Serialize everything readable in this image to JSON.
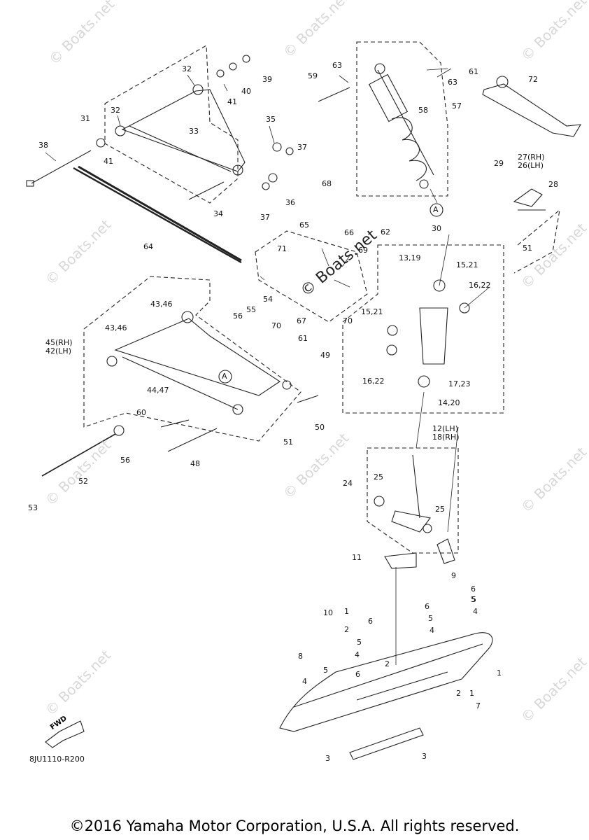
{
  "diagram": {
    "code": "8JU1110-R200",
    "copyright": "©2016 Yamaha Motor Corporation, U.S.A. All rights reserved.",
    "watermark": "© Boats.net",
    "fwd_label": "FWD",
    "callout_marker": "A",
    "parts": [
      {
        "id": "p72",
        "label": "72"
      },
      {
        "id": "p32a",
        "label": "32"
      },
      {
        "id": "p39",
        "label": "39"
      },
      {
        "id": "p40",
        "label": "40"
      },
      {
        "id": "p41a",
        "label": "41"
      },
      {
        "id": "p31",
        "label": "31"
      },
      {
        "id": "p32b",
        "label": "32"
      },
      {
        "id": "p33",
        "label": "33"
      },
      {
        "id": "p35",
        "label": "35"
      },
      {
        "id": "p37a",
        "label": "37"
      },
      {
        "id": "p38",
        "label": "38"
      },
      {
        "id": "p41b",
        "label": "41"
      },
      {
        "id": "p36",
        "label": "36"
      },
      {
        "id": "p34",
        "label": "34"
      },
      {
        "id": "p37b",
        "label": "37"
      },
      {
        "id": "p59",
        "label": "59"
      },
      {
        "id": "p63a",
        "label": "63"
      },
      {
        "id": "p63b",
        "label": "63"
      },
      {
        "id": "p61a",
        "label": "61"
      },
      {
        "id": "p58",
        "label": "58"
      },
      {
        "id": "p57",
        "label": "57"
      },
      {
        "id": "p68",
        "label": "68"
      },
      {
        "id": "p62",
        "label": "62"
      },
      {
        "id": "p64",
        "label": "64"
      },
      {
        "id": "p65",
        "label": "65"
      },
      {
        "id": "p66",
        "label": "66"
      },
      {
        "id": "p69",
        "label": "69"
      },
      {
        "id": "p71",
        "label": "71"
      },
      {
        "id": "p67",
        "label": "67"
      },
      {
        "id": "p70a",
        "label": "70"
      },
      {
        "id": "p54",
        "label": "54"
      },
      {
        "id": "p55",
        "label": "55"
      },
      {
        "id": "p56a",
        "label": "56"
      },
      {
        "id": "p4346a",
        "label": "43,46"
      },
      {
        "id": "p4346b",
        "label": "43,46"
      },
      {
        "id": "p4542",
        "label": "45(RH)\n42(LH)"
      },
      {
        "id": "p70b",
        "label": "70"
      },
      {
        "id": "p61b",
        "label": "61"
      },
      {
        "id": "p49",
        "label": "49"
      },
      {
        "id": "p4447",
        "label": "44,47"
      },
      {
        "id": "p60",
        "label": "60"
      },
      {
        "id": "p51a",
        "label": "51"
      },
      {
        "id": "p50",
        "label": "50"
      },
      {
        "id": "p56b",
        "label": "56"
      },
      {
        "id": "p48",
        "label": "48"
      },
      {
        "id": "p52",
        "label": "52"
      },
      {
        "id": "p53",
        "label": "53"
      },
      {
        "id": "p29",
        "label": "29"
      },
      {
        "id": "p2726",
        "label": "27(RH)\n26(LH)"
      },
      {
        "id": "p28",
        "label": "28"
      },
      {
        "id": "p30",
        "label": "30"
      },
      {
        "id": "p51b",
        "label": "51"
      },
      {
        "id": "p1319",
        "label": "13,19"
      },
      {
        "id": "p1521a",
        "label": "15,21"
      },
      {
        "id": "p1622a",
        "label": "16,22"
      },
      {
        "id": "p1521b",
        "label": "15,21"
      },
      {
        "id": "p1622b",
        "label": "16,22"
      },
      {
        "id": "p1723",
        "label": "17,23"
      },
      {
        "id": "p1420",
        "label": "14,20"
      },
      {
        "id": "p1218",
        "label": "12(LH)\n18(RH)"
      },
      {
        "id": "p24",
        "label": "24"
      },
      {
        "id": "p25a",
        "label": "25"
      },
      {
        "id": "p25b",
        "label": "25"
      },
      {
        "id": "p11",
        "label": "11"
      },
      {
        "id": "p9",
        "label": "9"
      },
      {
        "id": "p10",
        "label": "10"
      },
      {
        "id": "p1a",
        "label": "1"
      },
      {
        "id": "p2a",
        "label": "2"
      },
      {
        "id": "p6a",
        "label": "6"
      },
      {
        "id": "p6b",
        "label": "6"
      },
      {
        "id": "p5a",
        "label": "5"
      },
      {
        "id": "p5b",
        "label": "5"
      },
      {
        "id": "p4a",
        "label": "4"
      },
      {
        "id": "p6c",
        "label": "6"
      },
      {
        "id": "p5c",
        "label": "5"
      },
      {
        "id": "p4b",
        "label": "4"
      },
      {
        "id": "p8",
        "label": "8"
      },
      {
        "id": "p2b",
        "label": "2"
      },
      {
        "id": "p5d",
        "label": "5"
      },
      {
        "id": "p4c",
        "label": "4"
      },
      {
        "id": "p6d",
        "label": "6"
      },
      {
        "id": "p5e",
        "label": "5"
      },
      {
        "id": "p4d",
        "label": "4"
      },
      {
        "id": "p1b",
        "label": "1"
      },
      {
        "id": "p1c",
        "label": "1"
      },
      {
        "id": "p2c",
        "label": "2"
      },
      {
        "id": "p7",
        "label": "7"
      },
      {
        "id": "p3a",
        "label": "3"
      },
      {
        "id": "p3b",
        "label": "3"
      }
    ]
  }
}
